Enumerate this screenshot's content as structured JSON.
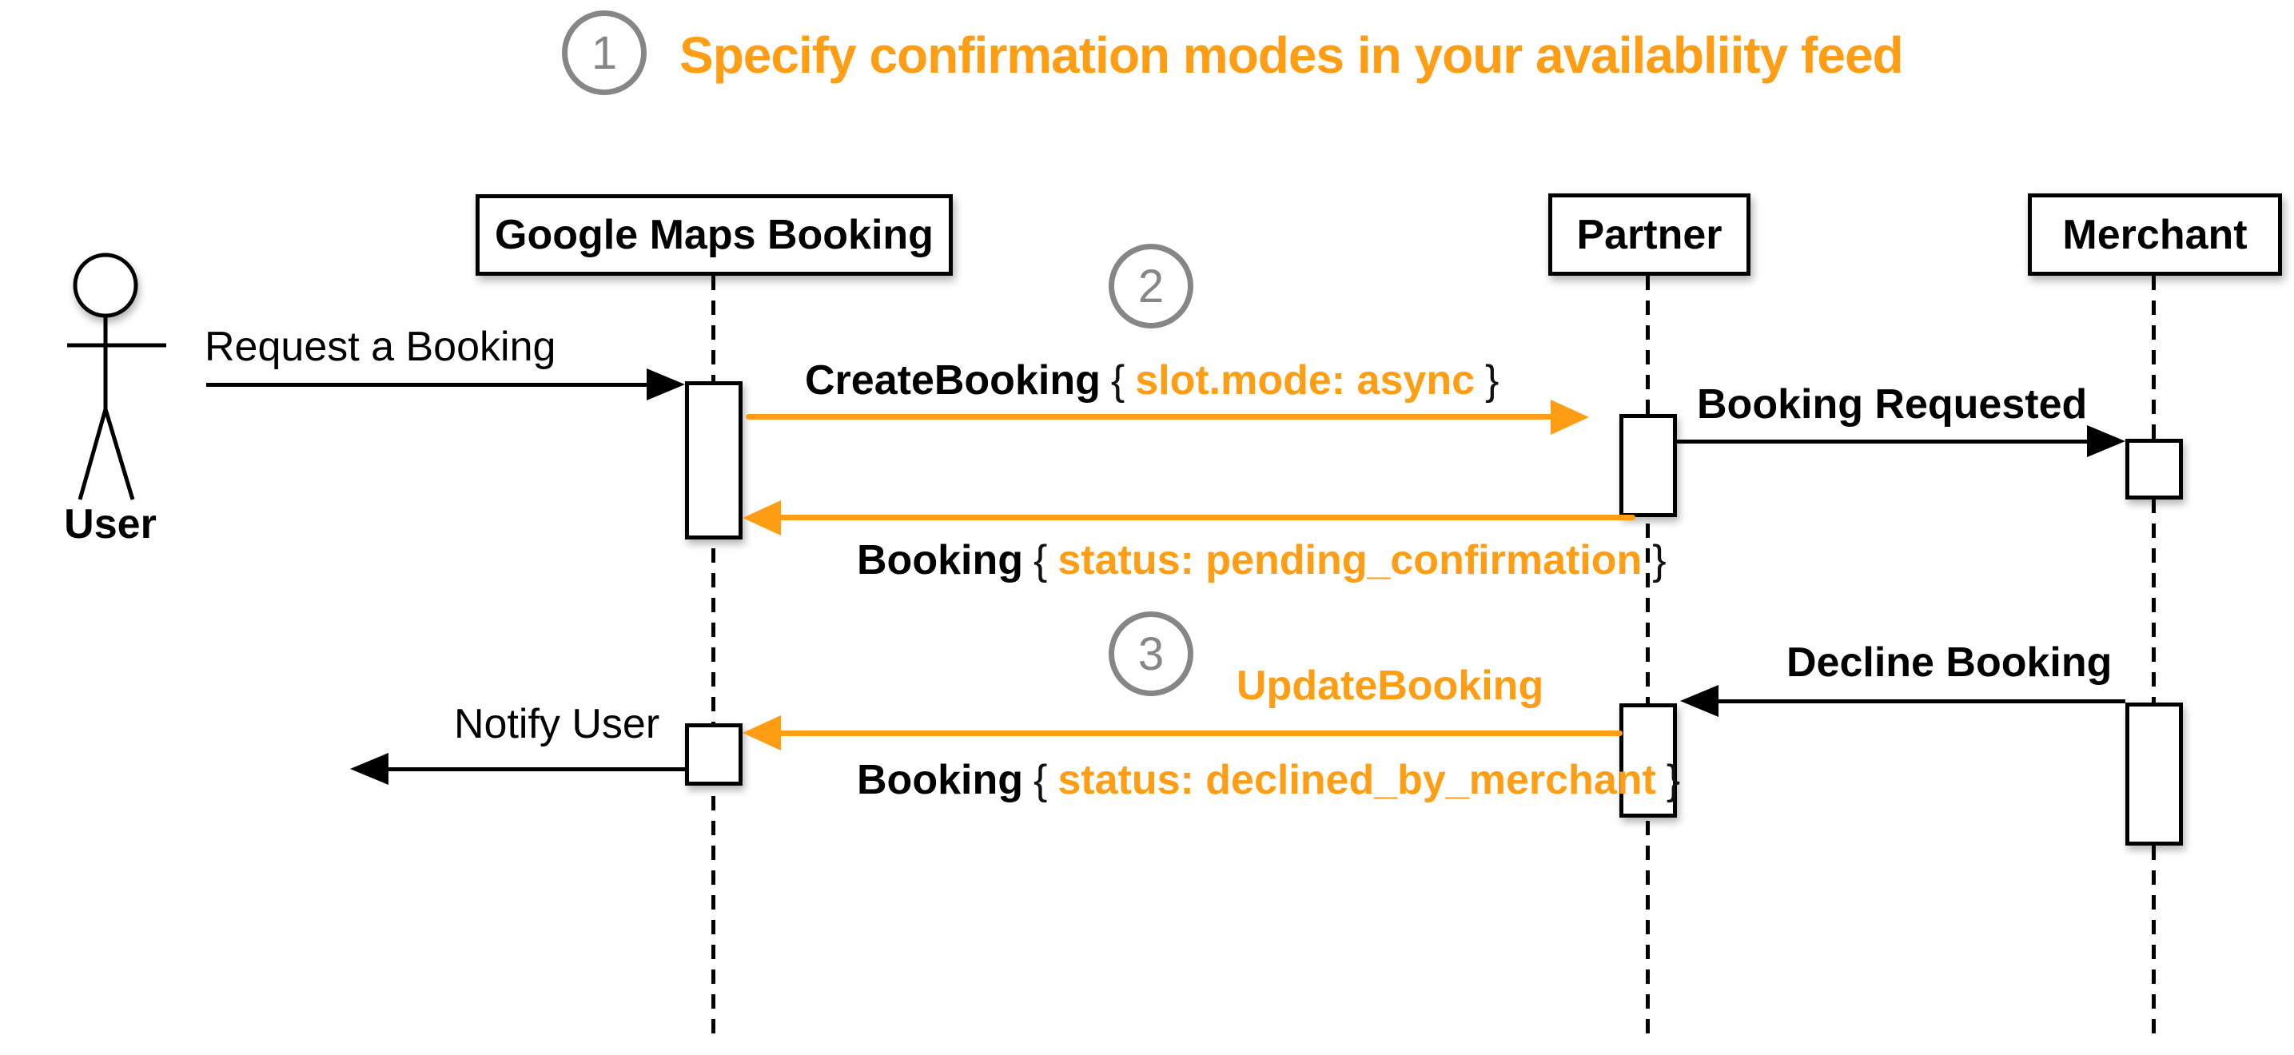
{
  "title": {
    "step_number": "1",
    "text": "Specify confirmation modes in your availabliity feed"
  },
  "colors": {
    "accent_orange": "#FF9E15",
    "line_black": "#000000",
    "badge_gray": "#868686"
  },
  "actors": {
    "user": {
      "label": "User"
    },
    "google_maps_booking": {
      "label": "Google Maps Booking"
    },
    "partner": {
      "label": "Partner"
    },
    "merchant": {
      "label": "Merchant"
    }
  },
  "steps": {
    "step2_number": "2",
    "step3_number": "3"
  },
  "messages": {
    "request_booking": {
      "label": "Request a Booking"
    },
    "create_booking": {
      "method": "CreateBooking",
      "brace_open": "{",
      "param": "slot.mode: async",
      "brace_close": "}"
    },
    "booking_requested": {
      "label": "Booking Requested"
    },
    "booking_pending": {
      "method": "Booking",
      "brace_open": "{",
      "param": "status: pending_confirmation",
      "brace_close": "}"
    },
    "decline_booking": {
      "label": "Decline Booking"
    },
    "update_booking": {
      "label": "UpdateBooking"
    },
    "booking_declined": {
      "method": "Booking",
      "brace_open": "{",
      "param": "status: declined_by_merchant",
      "brace_close": "}"
    },
    "notify_user": {
      "label": "Notify User"
    }
  }
}
